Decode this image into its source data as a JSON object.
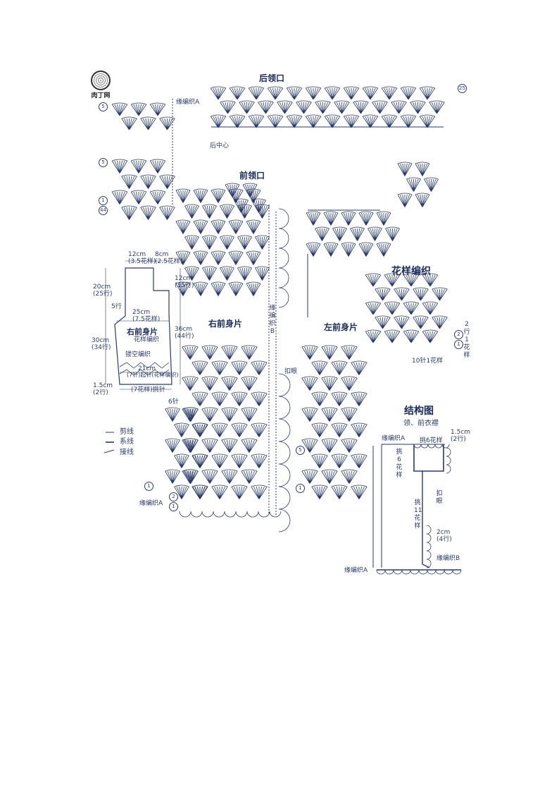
{
  "logo": {
    "text": "肉丁网"
  },
  "labels": {
    "back_neck": "后领口",
    "front_neck": "前领口",
    "right_front": "右前身片",
    "left_front": "左前身片",
    "pattern_title": "花样编织",
    "structure_title": "结构图",
    "collar_placket": "领、前衣襟",
    "back_center": "后中心",
    "border_a": "缘编织A",
    "border_a_left": "缘编织A",
    "border_b_vertical": "缘编织B",
    "button_hole": "扣眼",
    "stitch_6": "6针",
    "pattern_repeat": "10针1花样",
    "rows_2_1": "2行1花样"
  },
  "schematic": {
    "title": "右前身片",
    "subtitle": "花样编织",
    "w_top": "12cm",
    "w_top_sub": "(3.5花样)",
    "w_shoulder": "8cm",
    "w_shoulder_sub": "(2.5花样)",
    "h_shoulder": "20cm",
    "h_shoulder_sub": "(25行)",
    "h_right": "12cm",
    "h_right_sub": "(15行)",
    "rows_5": "5行",
    "w_mid": "25cm",
    "w_mid_sub": "(7.5花样)",
    "h_body": "30cm",
    "h_body_sub": "(34行)",
    "h_body_r": "36cm",
    "h_body_r_sub": "(44行)",
    "eyelet": "镂空编织",
    "w_bottom": "21cm",
    "start": "(7针)起针(花样编织)",
    "h_border": "1.5cm",
    "h_border_sub": "(2行)",
    "cast_on": "(7花样)挑针"
  },
  "legend": {
    "cut": "剪线",
    "join": "系线",
    "spare": "接线"
  },
  "structure": {
    "border_a_top": "缘编织A",
    "pick6": "挑6花样",
    "pick6_v": "挑6花样",
    "size_15": "1.5cm",
    "size_15_rows": "(2行)",
    "button": "扣眼",
    "pick11_v": "挑11花样",
    "size_2": "2cm",
    "size_2_rows": "(4行)",
    "border_b": "缘编织B",
    "border_a_bottom": "缘编织A"
  },
  "row_markers": {
    "m25": "25",
    "m5a": "5",
    "m5b": "5",
    "m1a": "1",
    "m44": "44",
    "m1b": "1",
    "m2": "2",
    "m1c": "1",
    "m5c": "5",
    "m1d": "1",
    "m2p": "2",
    "m1p": "1"
  },
  "colors": {
    "ink": "#2a3a6a",
    "background": "#ffffff"
  }
}
